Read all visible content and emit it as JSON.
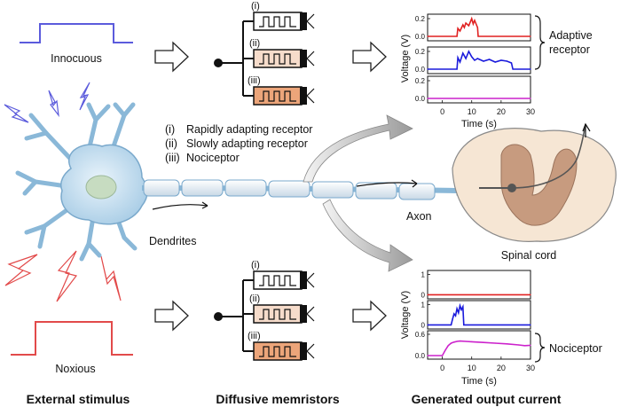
{
  "stimuli": {
    "innocuous_label": "Innocuous",
    "noxious_label": "Noxious",
    "innocuous_color": "#5b5bdc",
    "noxious_color": "#e24a4a"
  },
  "legend": {
    "items": [
      {
        "num": "(i)",
        "text": "Rapidly adapting receptor"
      },
      {
        "num": "(ii)",
        "text": "Slowly adapting receptor"
      },
      {
        "num": "(iii)",
        "text": "Nociceptor"
      }
    ]
  },
  "memristor_labels": [
    "(i)",
    "(ii)",
    "(iii)"
  ],
  "labels": {
    "dendrites": "Dendrites",
    "axon": "Axon",
    "spinal_cord": "Spinal cord",
    "adaptive_line1": "Adaptive",
    "adaptive_line2": "receptor",
    "nociceptor": "Nociceptor"
  },
  "captions": {
    "external": "External stimulus",
    "memristors": "Diffusive memristors",
    "output": "Generated output current"
  },
  "chart_data": [
    {
      "type": "line",
      "panel": "top",
      "xlabel": "Time (s)",
      "ylabel": "Voltage (V)",
      "xlim": [
        -5,
        30
      ],
      "xticks": [
        "0",
        "10",
        "20",
        "30"
      ],
      "subplots": [
        {
          "ylim": [
            -0.05,
            0.25
          ],
          "yticks": [
            "0.0",
            "0.2"
          ],
          "color": "#e02020",
          "x": [
            -5,
            5,
            5.3,
            6,
            7,
            7.5,
            8,
            9,
            10,
            10.5,
            11,
            12,
            12.2,
            30
          ],
          "y": [
            0,
            0,
            0.09,
            0.06,
            0.13,
            0.1,
            0.15,
            0.12,
            0.2,
            0.14,
            0.18,
            0.1,
            0,
            0
          ]
        },
        {
          "ylim": [
            -0.05,
            0.25
          ],
          "yticks": [
            "0.0",
            "0.2"
          ],
          "color": "#1a1adc",
          "x": [
            -5,
            5,
            5.3,
            6,
            7,
            8,
            9,
            10,
            11,
            12,
            14,
            16,
            18,
            20,
            22,
            23.5,
            24,
            30
          ],
          "y": [
            0,
            0,
            0.13,
            0.08,
            0.18,
            0.12,
            0.2,
            0.14,
            0.1,
            0.12,
            0.09,
            0.11,
            0.08,
            0.1,
            0.09,
            0.07,
            0,
            0
          ]
        },
        {
          "ylim": [
            -0.05,
            0.25
          ],
          "yticks": [
            "0.0",
            "0.2"
          ],
          "color": "#cc22cc",
          "x": [
            -5,
            30
          ],
          "y": [
            0,
            0
          ]
        }
      ]
    },
    {
      "type": "line",
      "panel": "bottom",
      "xlabel": "Time (s)",
      "ylabel": "Voltage (V)",
      "xlim": [
        -5,
        30
      ],
      "xticks": [
        "0",
        "10",
        "20",
        "30"
      ],
      "subplots": [
        {
          "ylim": [
            -0.2,
            1.2
          ],
          "yticks": [
            "0",
            "1"
          ],
          "color": "#e02020",
          "x": [
            -5,
            30
          ],
          "y": [
            0,
            0
          ]
        },
        {
          "ylim": [
            -0.2,
            1.2
          ],
          "yticks": [
            "0",
            "1"
          ],
          "color": "#1a1adc",
          "x": [
            -5,
            3,
            3.5,
            4,
            4.5,
            5,
            5.5,
            6,
            6.5,
            7,
            7.3,
            30
          ],
          "y": [
            0,
            0,
            0.3,
            0.55,
            0.45,
            0.8,
            0.6,
            0.95,
            0.75,
            0.9,
            0,
            0
          ]
        },
        {
          "ylim": [
            -0.1,
            0.7
          ],
          "yticks": [
            "0.0",
            "0.6"
          ],
          "color": "#cc22cc",
          "x": [
            -5,
            0,
            1,
            2,
            3,
            4,
            5,
            6,
            8,
            10,
            14,
            18,
            22,
            26,
            28,
            30
          ],
          "y": [
            0,
            0,
            0.15,
            0.28,
            0.35,
            0.38,
            0.4,
            0.41,
            0.4,
            0.39,
            0.37,
            0.35,
            0.33,
            0.3,
            0.28,
            0.29
          ]
        }
      ]
    }
  ]
}
